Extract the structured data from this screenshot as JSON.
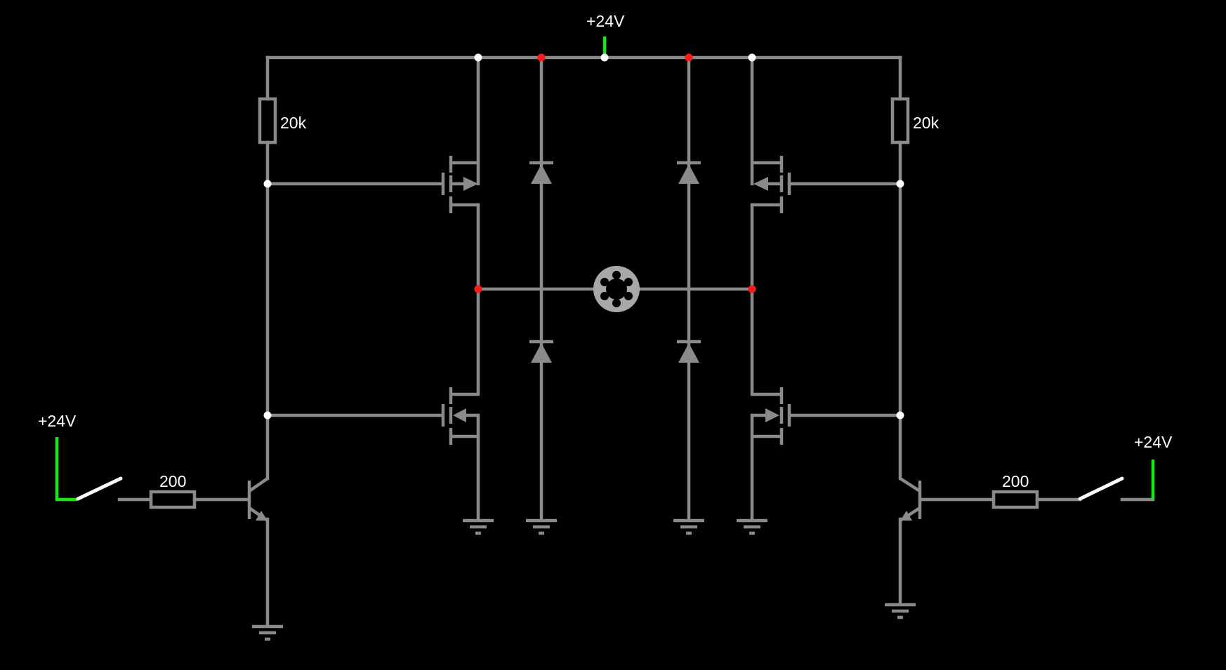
{
  "colors": {
    "background": "#000000",
    "wire": "#8a8a8a",
    "live_wire": "#17e817",
    "node_connected": "#ffffff",
    "node_active": "#ff1a1a",
    "switch_blade": "#ffffff"
  },
  "labels": {
    "supply_top": "+24V",
    "supply_left": "+24V",
    "supply_right": "+24V",
    "pullup_left": "20k",
    "pullup_right": "20k",
    "base_left": "200",
    "base_right": "200"
  },
  "components": {
    "motor": {
      "icon": "motor-icon"
    },
    "switches": [
      {
        "side": "left",
        "state": "open"
      },
      {
        "side": "right",
        "state": "open"
      }
    ]
  }
}
